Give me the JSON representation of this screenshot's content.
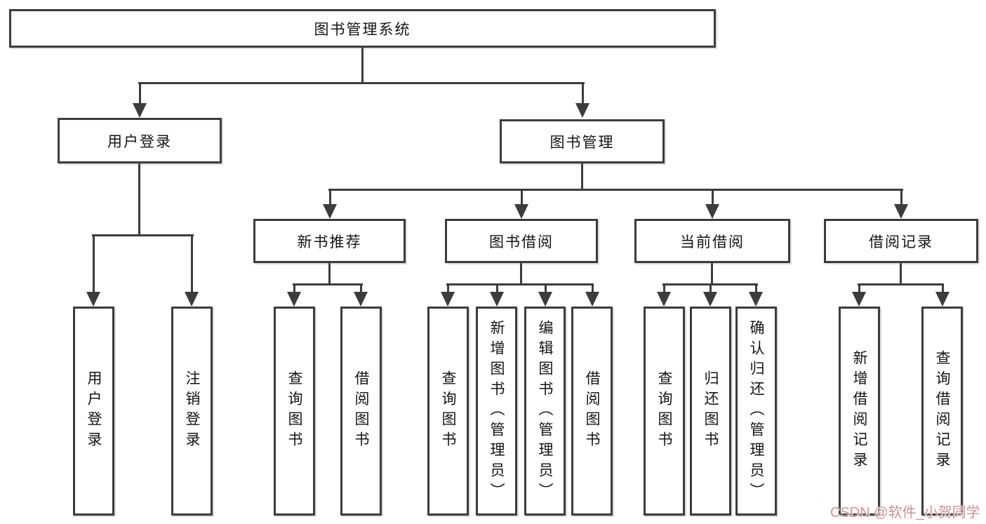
{
  "diagram": {
    "root": {
      "label": "图书管理系统"
    },
    "level2": [
      {
        "label": "用户登录"
      },
      {
        "label": "图书管理"
      }
    ],
    "level3": [
      {
        "label": "新书推荐"
      },
      {
        "label": "图书借阅"
      },
      {
        "label": "当前借阅"
      },
      {
        "label": "借阅记录"
      }
    ],
    "leaves": {
      "user_login": [
        "用户登录",
        "注销登录"
      ],
      "new_book_recommend": [
        "查询图书",
        "借阅图书"
      ],
      "book_borrow": [
        "查询图书",
        "新增图书（管理员）",
        "编辑图书（管理员）",
        "借阅图书"
      ],
      "current_borrow": [
        "查询图书",
        "归还图书",
        "确认归还（管理员）"
      ],
      "borrow_records": [
        "新增借阅记录",
        "查询借阅记录"
      ]
    },
    "watermark": "CSDN @软件_小贺同学",
    "colors": {
      "line": "#3c3c3c",
      "text": "#141414",
      "watermark": "#cf9296",
      "background": "#ffffff"
    }
  }
}
